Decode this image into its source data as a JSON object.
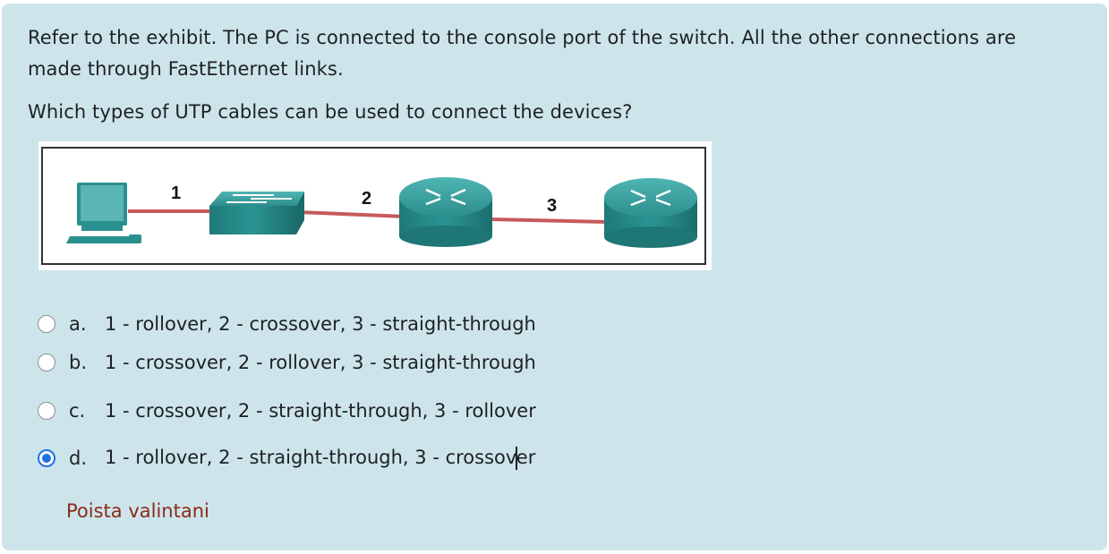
{
  "question": {
    "line1": "Refer to the exhibit. The PC is connected to the console port of the switch. All the other connections are",
    "line2": "made through FastEthernet links.",
    "prompt": "Which types of UTP cables can be used to connect the devices?"
  },
  "exhibit": {
    "link_labels": [
      "1",
      "2",
      "3"
    ],
    "devices": [
      "pc-icon",
      "switch-icon",
      "router-icon",
      "router-icon"
    ],
    "colors": {
      "device_teal": "#2a8f8f",
      "link_red": "#c65a5a"
    }
  },
  "answers": [
    {
      "letter": "a.",
      "text": "1 - rollover, 2 - crossover, 3 - straight-through",
      "selected": false
    },
    {
      "letter": "b.",
      "text": "1 - crossover, 2 - rollover, 3 - straight-through",
      "selected": false
    },
    {
      "letter": "c.",
      "text": "1 - crossover, 2 - straight-through, 3 - rollover",
      "selected": false
    },
    {
      "letter": "d.",
      "text_before_caret": "1 - rollover, 2 - straight-through, 3 - crossov",
      "text_after_caret": "er",
      "selected": true
    }
  ],
  "clear_choice_label": "Poista valintani",
  "colors": {
    "card_background": "#cde5ea",
    "radio_selected": "#1f6fe5",
    "link_text": "#8b2a1b"
  }
}
